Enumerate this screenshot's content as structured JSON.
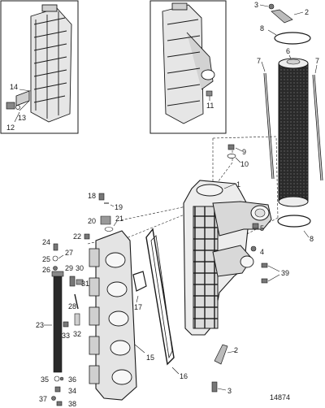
{
  "figure_number": "14874",
  "callouts": [
    "1",
    "2",
    "3",
    "4",
    "5",
    "6",
    "7",
    "8",
    "9",
    "10",
    "11",
    "12",
    "13",
    "14",
    "15",
    "16",
    "17",
    "18",
    "19",
    "20",
    "21",
    "22",
    "23",
    "24",
    "25",
    "26",
    "27",
    "28",
    "29",
    "30",
    "31",
    "32",
    "33",
    "34",
    "35",
    "36",
    "37",
    "38",
    "39"
  ],
  "colors": {
    "line": "#1a1a1a",
    "fill_light": "#eeeeee",
    "fill_mid": "#c8c8c8",
    "fill_dark": "#2a2a2a"
  }
}
